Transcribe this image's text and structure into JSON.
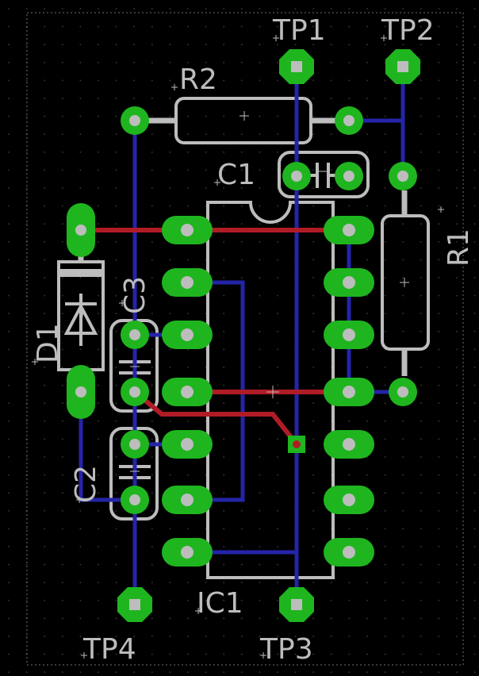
{
  "colors": {
    "background": "#000000",
    "grid": "#3a3a3a",
    "outline": "#bdbdbd",
    "silkscreen": "#bdbdbd",
    "top_trace": "#b01c26",
    "bottom_trace": "#2424a8",
    "pad": "#1fb51f",
    "drill": "#bdbdbd",
    "via": "#1fb51f"
  },
  "labels": {
    "tp1": "TP1",
    "tp2": "TP2",
    "tp3": "TP3",
    "tp4": "TP4",
    "r1": "R1",
    "r2": "R2",
    "c1": "C1",
    "c2": "C2",
    "c3": "C3",
    "d1": "D1",
    "ic1": "IC1"
  }
}
